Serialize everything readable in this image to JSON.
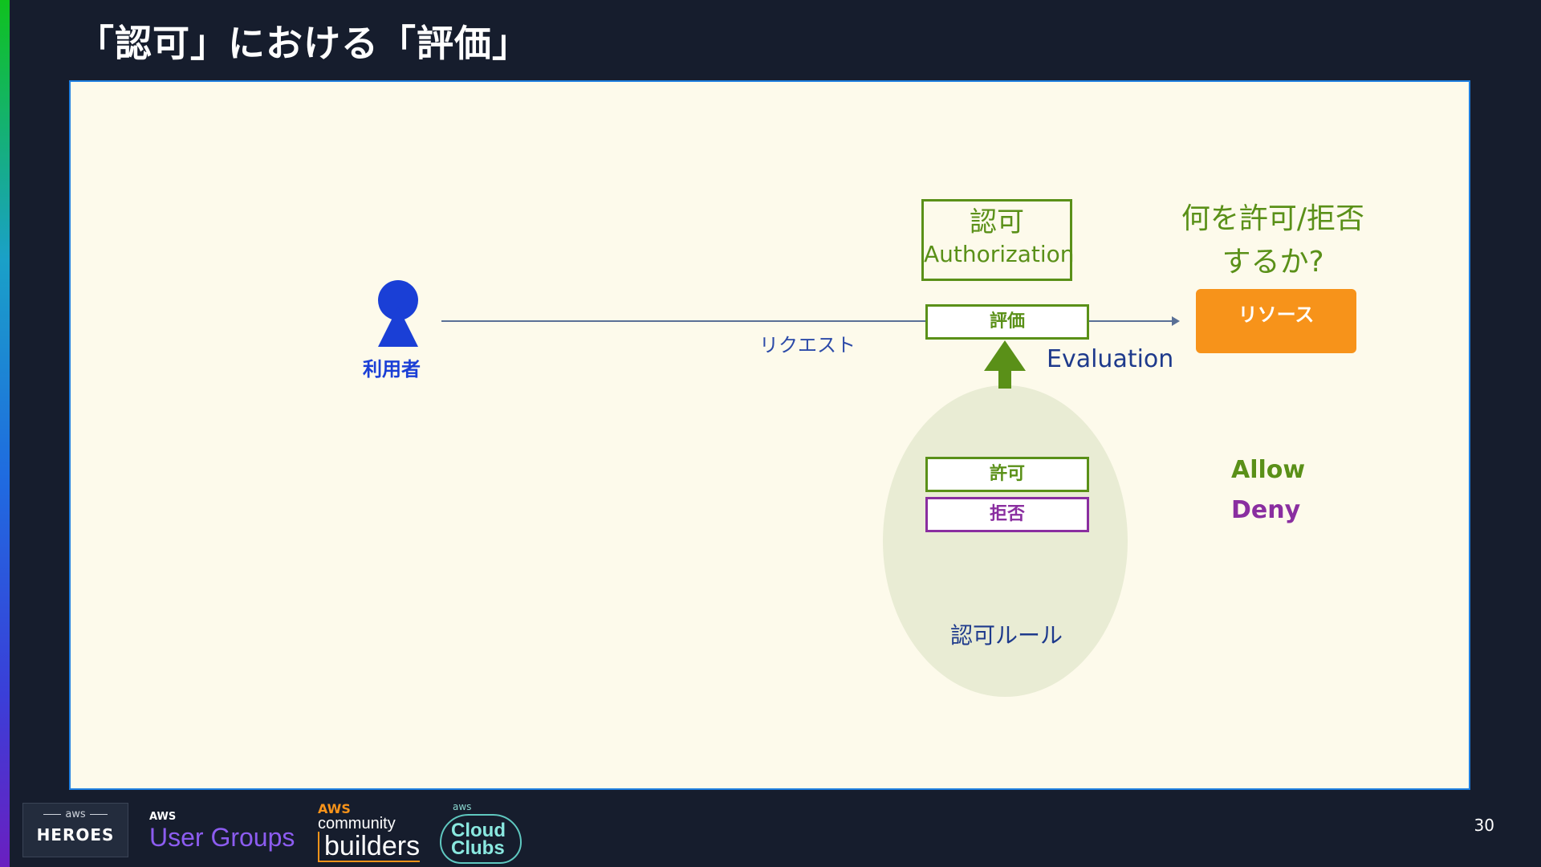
{
  "slide": {
    "title": "「認可」における「評価」",
    "page_number": "30"
  },
  "diagram": {
    "user_label": "利用者",
    "request_label": "リクエスト",
    "authorization_jp": "認可",
    "authorization_en": "Authorization",
    "evaluation_box": "評価",
    "evaluation_label": "Evaluation",
    "question_line1": "何を許可/拒否",
    "question_line2": "するか?",
    "resource_label": "リソース",
    "allow_box": "許可",
    "deny_box": "拒否",
    "rules_label": "認可ルール",
    "allow_text": "Allow",
    "deny_text": "Deny",
    "colors": {
      "green": "#5a9018",
      "purple": "#8a2ea0",
      "blue": "#1a3fd6",
      "orange": "#f7931a",
      "navy": "#1e3a8c"
    }
  },
  "footer": {
    "heroes_aws": "aws",
    "heroes_text": "HEROES",
    "user_groups_aws": "AWS",
    "user_groups_text": "User Groups",
    "community_aws": "AWS",
    "community_text": "community",
    "builders_text": "builders",
    "cloud_clubs_aws": "aws",
    "cloud_clubs_line1": "Cloud",
    "cloud_clubs_line2": "Clubs"
  }
}
